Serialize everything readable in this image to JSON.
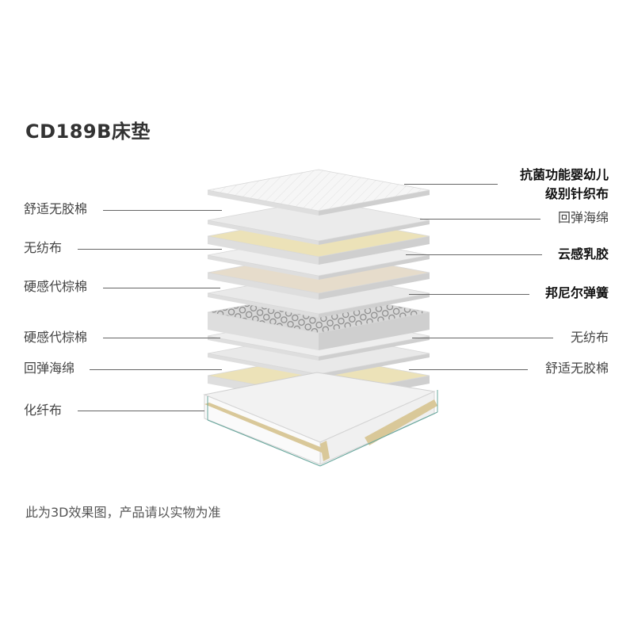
{
  "title": "CD189B床垫",
  "footnote": "此为3D效果图，产品请以实物为准",
  "left_labels": [
    {
      "text": "舒适无胶棉"
    },
    {
      "text": "无纺布"
    },
    {
      "text": "硬感代棕棉"
    },
    {
      "text": "硬感代棕棉"
    },
    {
      "text": "回弹海绵"
    },
    {
      "text": "化纤布"
    }
  ],
  "right_labels": [
    {
      "line1": "抗菌功能婴幼儿",
      "line2": "级别针织布",
      "emphasis": true
    },
    {
      "line1": "回弹海绵",
      "emphasis": false
    },
    {
      "line1": "云感乳胶",
      "emphasis": true
    },
    {
      "line1": "邦尼尔弹簧",
      "emphasis": true
    },
    {
      "line1": "无纺布",
      "emphasis": false
    },
    {
      "line1": "舒适无胶棉",
      "emphasis": false
    }
  ],
  "layers": [
    {
      "material": "knit",
      "color": "#f5f5f5"
    },
    {
      "material": "cotton",
      "color": "#ebebeb"
    },
    {
      "material": "foam",
      "color": "#ece2b8"
    },
    {
      "material": "nonwoven",
      "color": "#eeeeee"
    },
    {
      "material": "latex",
      "color": "#e6dccb"
    },
    {
      "material": "coir",
      "color": "#e9e9e9"
    },
    {
      "material": "spring",
      "color": "#d0d0d0"
    },
    {
      "material": "nonwoven",
      "color": "#eeeeee"
    },
    {
      "material": "coir",
      "color": "#e9e9e9"
    },
    {
      "material": "foam",
      "color": "#ece2b8"
    },
    {
      "material": "base",
      "color": "#e3e3e3"
    }
  ],
  "colors": {
    "frame_edge": "#d6c79a",
    "frame_glass": "#6aa89e",
    "line": "#666666"
  }
}
